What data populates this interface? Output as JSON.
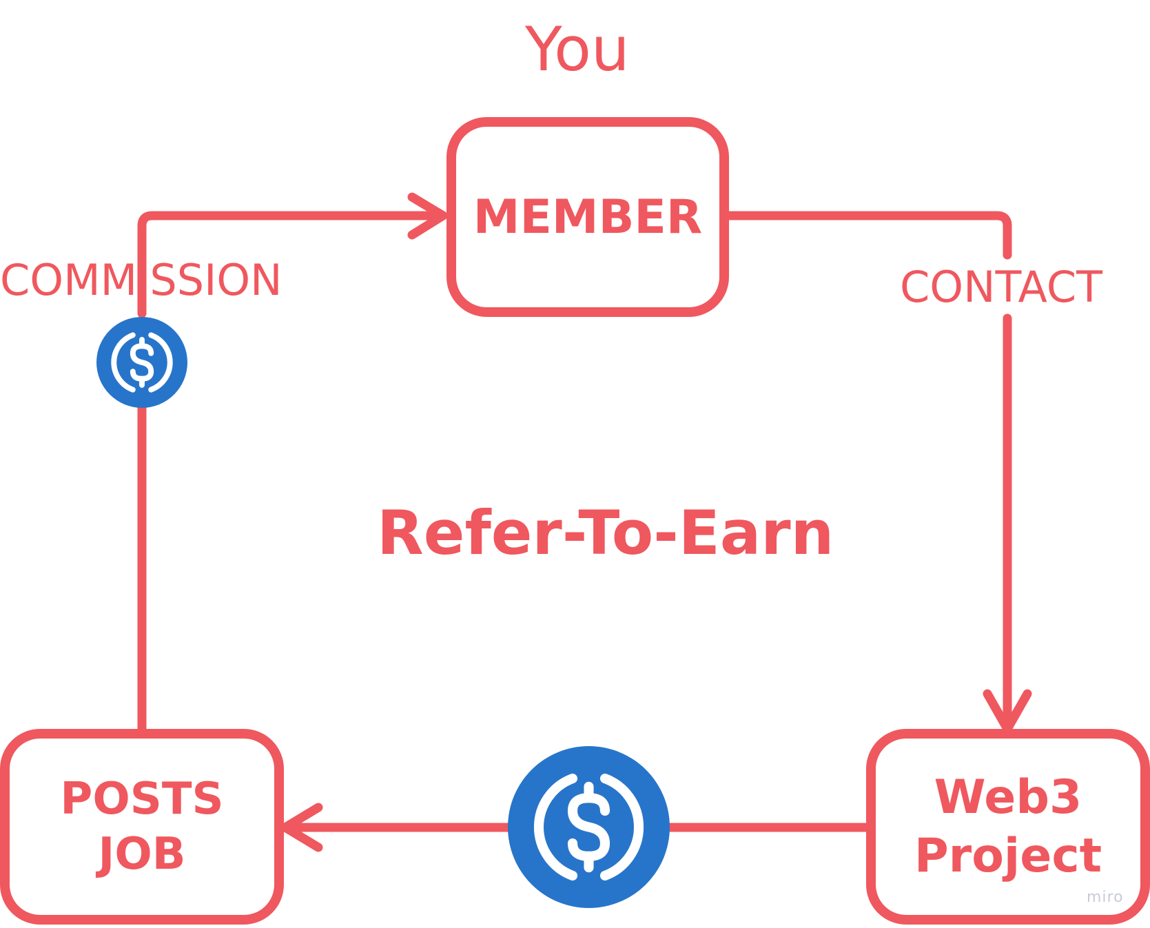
{
  "colors": {
    "accent": "#ef585e",
    "coin_blue": "#2775ca",
    "coin_white": "#ffffff"
  },
  "title": "You",
  "nodes": {
    "member": "MEMBER",
    "posts_job": "POSTS JOB",
    "web3_line1": "Web3",
    "web3_line2": "Project"
  },
  "edge_labels": {
    "commission": "COMMISSION",
    "contact": "CONTACT"
  },
  "center_label": "Refer-To-Earn",
  "icons": [
    "usd-coin-icon",
    "usd-coin-icon",
    "arrow-head-icon"
  ],
  "watermark": "miro"
}
